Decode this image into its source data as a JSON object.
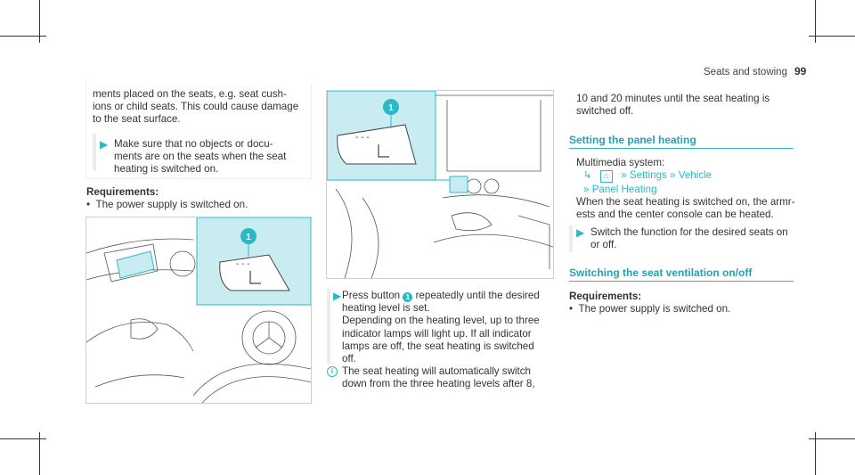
{
  "header": {
    "section": "Seats and stowing",
    "page": "99"
  },
  "left": {
    "note_lines": [
      "ments placed on the seats, e.g. seat cush-",
      "ions or child seats. This could cause damage",
      "to the seat surface."
    ],
    "action_lines": [
      "Make sure that no objects or docu-",
      "ments are on the seats when the seat",
      "heating is switched on."
    ],
    "req_title": "Requirements:",
    "req_item": "The power supply is switched on."
  },
  "middle": {
    "callout": "1",
    "action_lines": [
      "Press button",
      "repeatedly until the desired",
      "heating level is set.",
      "Depending on the heating level, up to three",
      "indicator lamps will light up. If all indicator",
      "lamps are off, the seat heating is switched",
      "off."
    ],
    "info_lines": [
      "The seat heating will automatically switch",
      "down from the three heating levels after 8,"
    ]
  },
  "right": {
    "cont_lines": [
      "10 and 20 minutes until the seat heating is",
      "switched off."
    ],
    "heading1": "Setting the panel heating",
    "multimedia": "Multimedia system:",
    "path": [
      "Settings",
      "Vehicle",
      "Panel Heating"
    ],
    "body_lines": [
      "When the seat heating is switched on, the armr-",
      "ests and the center console can be heated."
    ],
    "action_lines": [
      "Switch the function for the desired seats on",
      "or off."
    ],
    "heading2": "Switching the seat ventilation on/off",
    "req_title": "Requirements:",
    "req_item": "The power supply is switched on."
  },
  "colors": {
    "accent": "#2db8c8",
    "highlight_bg": "#c8ecf0"
  },
  "icons": [
    "arrow-right-icon",
    "home-icon",
    "double-chevron-icon",
    "info-icon",
    "seat-heating-icon"
  ]
}
